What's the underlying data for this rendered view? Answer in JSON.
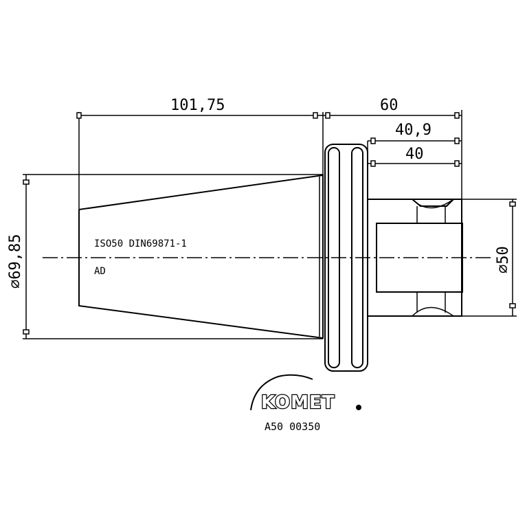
{
  "dimensions": {
    "length_taper": "101,75",
    "length_total": "60",
    "length_shank_a": "40,9",
    "length_shank_b": "40",
    "dia_flange": "⌀69,85",
    "dia_shank": "⌀50"
  },
  "notes": {
    "standard": "ISO50 DIN69871-1",
    "variant": "AD"
  },
  "logo": {
    "brand": "KOMET",
    "part_number": "A50 00350"
  }
}
